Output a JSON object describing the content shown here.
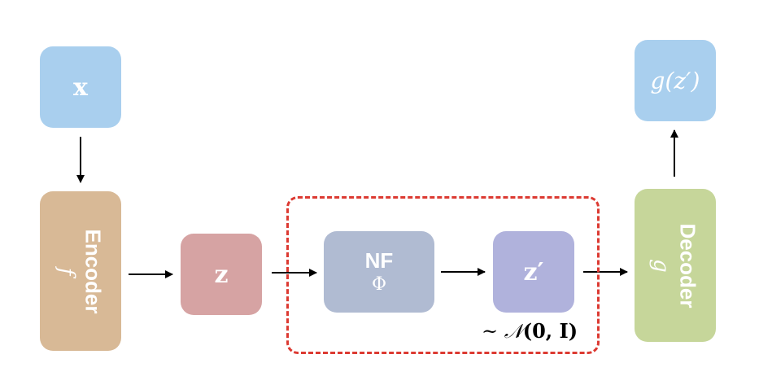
{
  "nodes": {
    "x": {
      "label": "x"
    },
    "encoder": {
      "label": "Encoder",
      "symbol": "f"
    },
    "z": {
      "label": "z"
    },
    "nf": {
      "label": "NF",
      "symbol": "Φ"
    },
    "z_prime": {
      "label": "z′"
    },
    "decoder": {
      "label": "Decoder",
      "symbol": "g"
    },
    "output": {
      "label": "g(z′)"
    }
  },
  "distribution": {
    "prefix": "~ ",
    "symbol": "𝒩",
    "args": "(0, I)"
  },
  "colors": {
    "input_output": "#a9cfee",
    "encoder": "#d8b996",
    "latent": "#d6a3a3",
    "flow": "#b0bbd2",
    "latent_prime": "#b0b2dc",
    "decoder": "#c6d69a",
    "dashed_border": "#dc3a32"
  }
}
